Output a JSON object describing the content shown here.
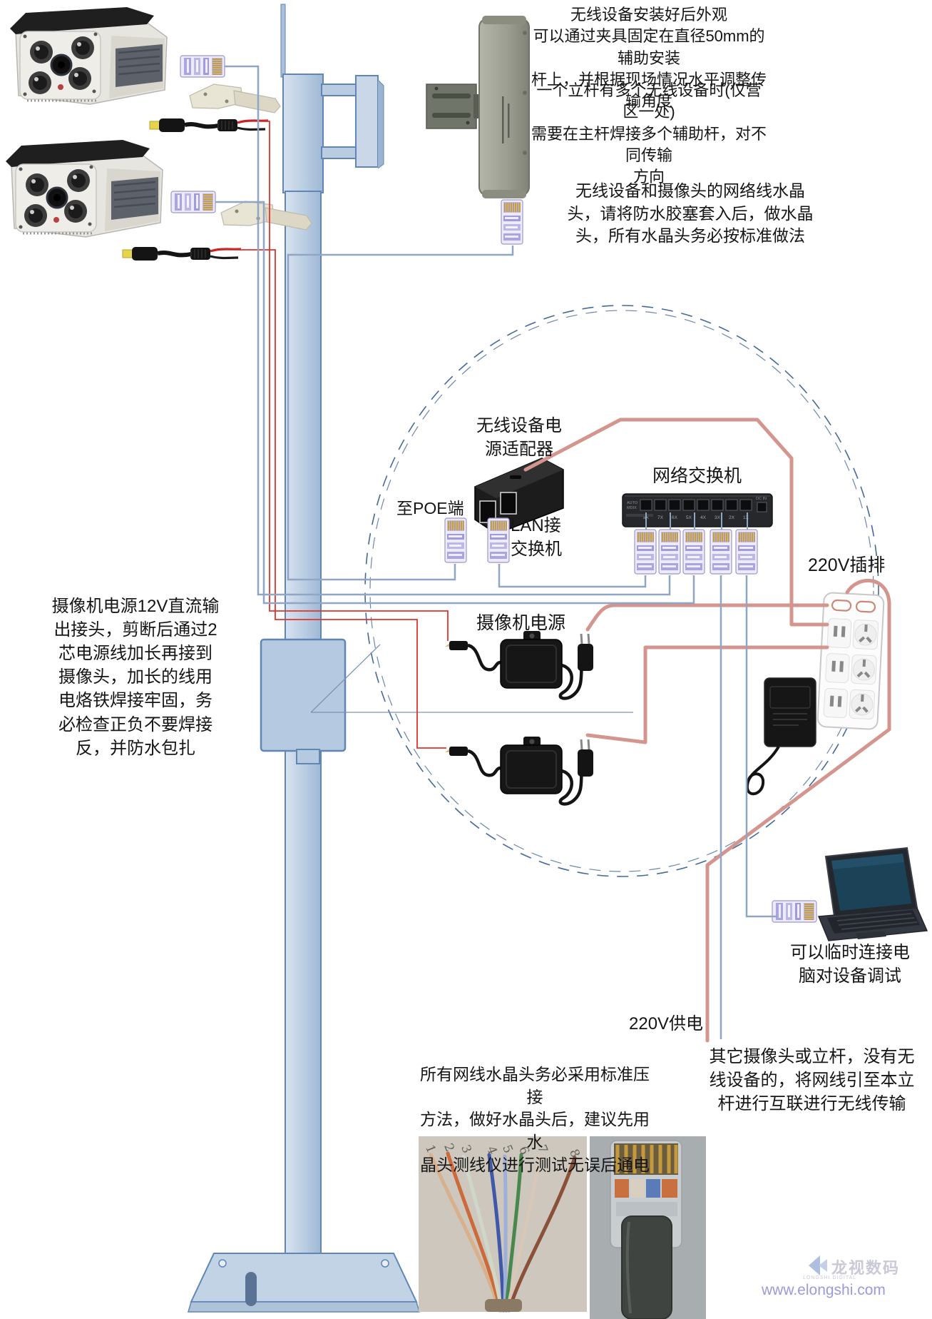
{
  "annotations": {
    "top_note": {
      "lines": [
        "无线设备安装好后外观",
        "可以通过夹具固定在直径50mm的辅助安装",
        "杆上，并根据现场情况水平调整传输角度"
      ]
    },
    "multi_device_note": {
      "lines": [
        "一个立杆有多个无线设备时(仅营区一处)",
        "需要在主杆焊接多个辅助杆，对不同传输",
        "方向"
      ]
    },
    "crystal_note": {
      "lines": [
        "无线设备和摄像头的网络线水晶",
        "头，请将防水胶塞套入后，做水晶",
        "头，所有水晶头务必按标准做法"
      ]
    },
    "camera_power_note": {
      "lines": [
        "摄像机电源12V直流输",
        "出接头，剪断后通过2",
        "芯电源线加长再接到",
        "摄像头，加长的线用",
        "电烙铁焊接牢固，务",
        "必检查正负不要焊接",
        "反，并防水包扎"
      ]
    },
    "laptop_note": {
      "lines": [
        "可以临时连接电",
        "脑对设备调试"
      ]
    },
    "other_pole_note": {
      "lines": [
        "其它摄像头或立杆，没有无",
        "线设备的，将网线引至本立",
        "杆进行互联进行无线传输"
      ]
    },
    "crimp_note": {
      "lines": [
        "所有网线水晶头务必采用标准压接",
        "方法，做好水晶头后，建议先用水",
        "晶头测线仪进行测试无误后通电"
      ]
    }
  },
  "labels": {
    "adapter": {
      "lines": [
        "无线设备电",
        "源适配器"
      ]
    },
    "to_poe": "至POE端",
    "lan_switch": {
      "lines": [
        "LAN接",
        "交换机"
      ]
    },
    "switch": "网络交换机",
    "camera_psu": "摄像机电源",
    "power_strip": "220V插排",
    "power_220": "220V供电"
  },
  "switch": {
    "ports": [
      "8X",
      "7X",
      "6X",
      "5X",
      "4X",
      "3X",
      "2X",
      "1X"
    ],
    "auto": "AUTO",
    "mdix": "MDIX",
    "dc": "DC IN"
  },
  "photos": {
    "wiring_numbers": [
      "1",
      "2",
      "3",
      "4",
      "5",
      "6",
      "7",
      "8"
    ]
  },
  "watermark": {
    "brand": "龙视数码",
    "sub": "LONGSHI DIGITAL",
    "url": "www.elongshi.com"
  },
  "colors": {
    "pole_fill": "#c3d3e6",
    "pole_stroke": "#5f86b5",
    "network_wire": "#8fa6c4",
    "dc_power_wire": "#e0342c",
    "ac_power_wire": "#d4958e",
    "detail_circle": "#44699d",
    "watermark_purple": "#9a9adf"
  }
}
